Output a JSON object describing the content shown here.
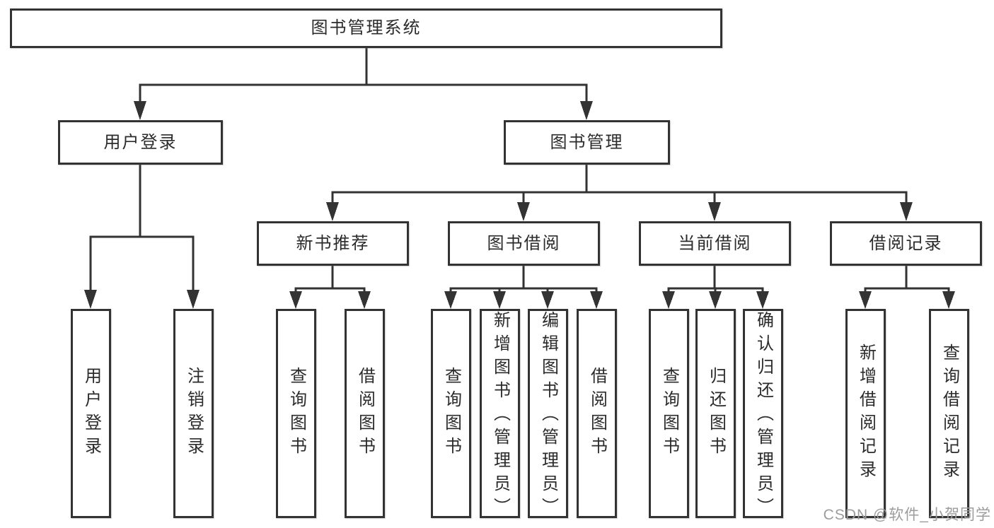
{
  "diagram": {
    "root": {
      "label": "图书管理系统"
    },
    "level2": [
      {
        "label": "用户登录"
      },
      {
        "label": "图书管理"
      }
    ],
    "level3": [
      {
        "label": "新书推荐"
      },
      {
        "label": "图书借阅"
      },
      {
        "label": "当前借阅"
      },
      {
        "label": "借阅记录"
      }
    ],
    "leaves": {
      "user_login": [
        "用户登录",
        "注销登录"
      ],
      "new_books": [
        "查询图书",
        "借阅图书"
      ],
      "book_borrow": [
        "查询图书",
        "新增图书（管理员）",
        "编辑图书（管理员）",
        "借阅图书"
      ],
      "current_borrow": [
        "查询图书",
        "归还图书",
        "确认归还（管理员）"
      ],
      "borrow_records": [
        "新增借阅记录",
        "查询借阅记录"
      ]
    },
    "watermark": "CSDN @软件_小贺同学",
    "colors": {
      "line": "#333333",
      "border": "#333333",
      "text": "#2b2b2b",
      "watermark": "#9c9c9c",
      "background": "#ffffff"
    }
  }
}
